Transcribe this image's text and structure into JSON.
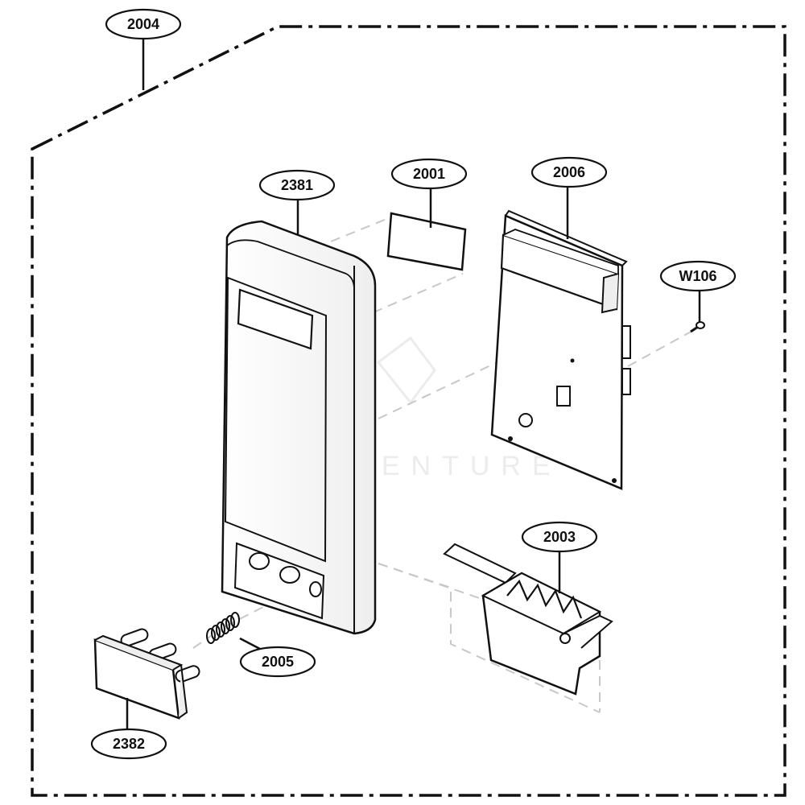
{
  "diagram": {
    "type": "exploded-parts-view",
    "colors": {
      "line": "#111111",
      "ghost_line": "#c8c8c8",
      "fill": "#ffffff",
      "shade": "#eeeeee",
      "watermark": "#ececec"
    },
    "callouts": {
      "assembly": "2004",
      "front_panel": "2381",
      "display_window": "2001",
      "pcb": "2006",
      "screw": "W106",
      "latch": "2003",
      "spring": "2005",
      "door_button": "2382"
    },
    "watermark": "LEADVENTURE"
  }
}
